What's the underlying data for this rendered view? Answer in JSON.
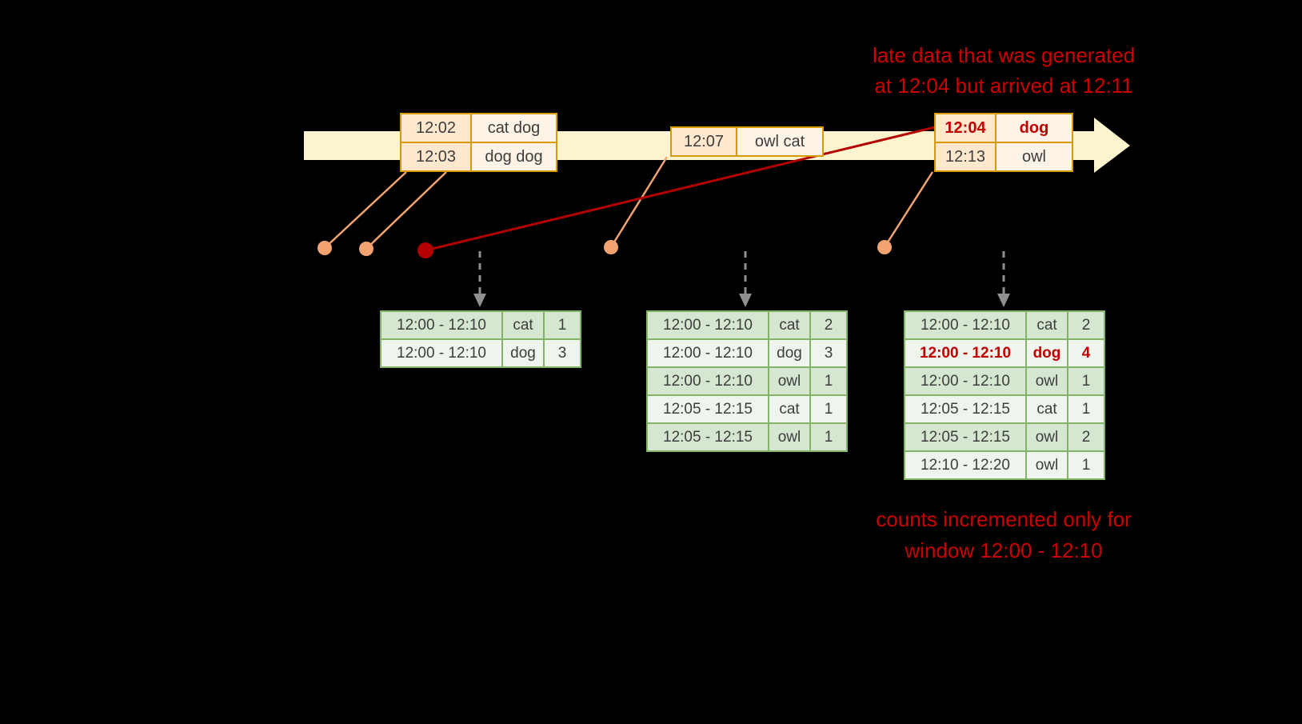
{
  "annotations": {
    "late_data_line1": "late data that was generated",
    "late_data_line2": "at 12:04 but arrived at 12:11",
    "counts_line1": "counts incremented only for",
    "counts_line2": "window 12:00 - 12:10"
  },
  "events": {
    "group1": {
      "rows": [
        {
          "time": "12:02",
          "words": "cat dog"
        },
        {
          "time": "12:03",
          "words": "dog dog"
        }
      ]
    },
    "group2": {
      "rows": [
        {
          "time": "12:07",
          "words": "owl cat"
        }
      ]
    },
    "group3": {
      "rows": [
        {
          "time": "12:04",
          "words": "dog",
          "late": true
        },
        {
          "time": "12:13",
          "words": "owl"
        }
      ]
    }
  },
  "result_tables": {
    "table1": {
      "rows": [
        {
          "window": "12:00 - 12:10",
          "word": "cat",
          "count": "1"
        },
        {
          "window": "12:00 - 12:10",
          "word": "dog",
          "count": "3"
        }
      ]
    },
    "table2": {
      "rows": [
        {
          "window": "12:00 - 12:10",
          "word": "cat",
          "count": "2"
        },
        {
          "window": "12:00 - 12:10",
          "word": "dog",
          "count": "3"
        },
        {
          "window": "12:00 - 12:10",
          "word": "owl",
          "count": "1"
        },
        {
          "window": "12:05 - 12:15",
          "word": "cat",
          "count": "1"
        },
        {
          "window": "12:05 - 12:15",
          "word": "owl",
          "count": "1"
        }
      ]
    },
    "table3": {
      "rows": [
        {
          "window": "12:00 - 12:10",
          "word": "cat",
          "count": "2"
        },
        {
          "window": "12:00 - 12:10",
          "word": "dog",
          "count": "4",
          "late": true
        },
        {
          "window": "12:00 - 12:10",
          "word": "owl",
          "count": "1"
        },
        {
          "window": "12:05 - 12:15",
          "word": "cat",
          "count": "1"
        },
        {
          "window": "12:05 - 12:15",
          "word": "owl",
          "count": "2"
        },
        {
          "window": "12:10 - 12:20",
          "word": "owl",
          "count": "1"
        }
      ]
    }
  },
  "colors": {
    "background": "#000000",
    "red_accent": "#cc0000",
    "late_line": "#b30000",
    "event_border": "#d79b00",
    "event_time_fill": "#ffe8cd",
    "event_words_fill": "#fdf3e6",
    "table_border": "#82b366",
    "table_row_dark": "#d6e7d1",
    "table_row_light": "#eff5ec",
    "timeline_fill": "#fcf3cf",
    "connector": "#f2a370",
    "trigger_arrow": "#909090",
    "text": "#3d3d3d"
  }
}
